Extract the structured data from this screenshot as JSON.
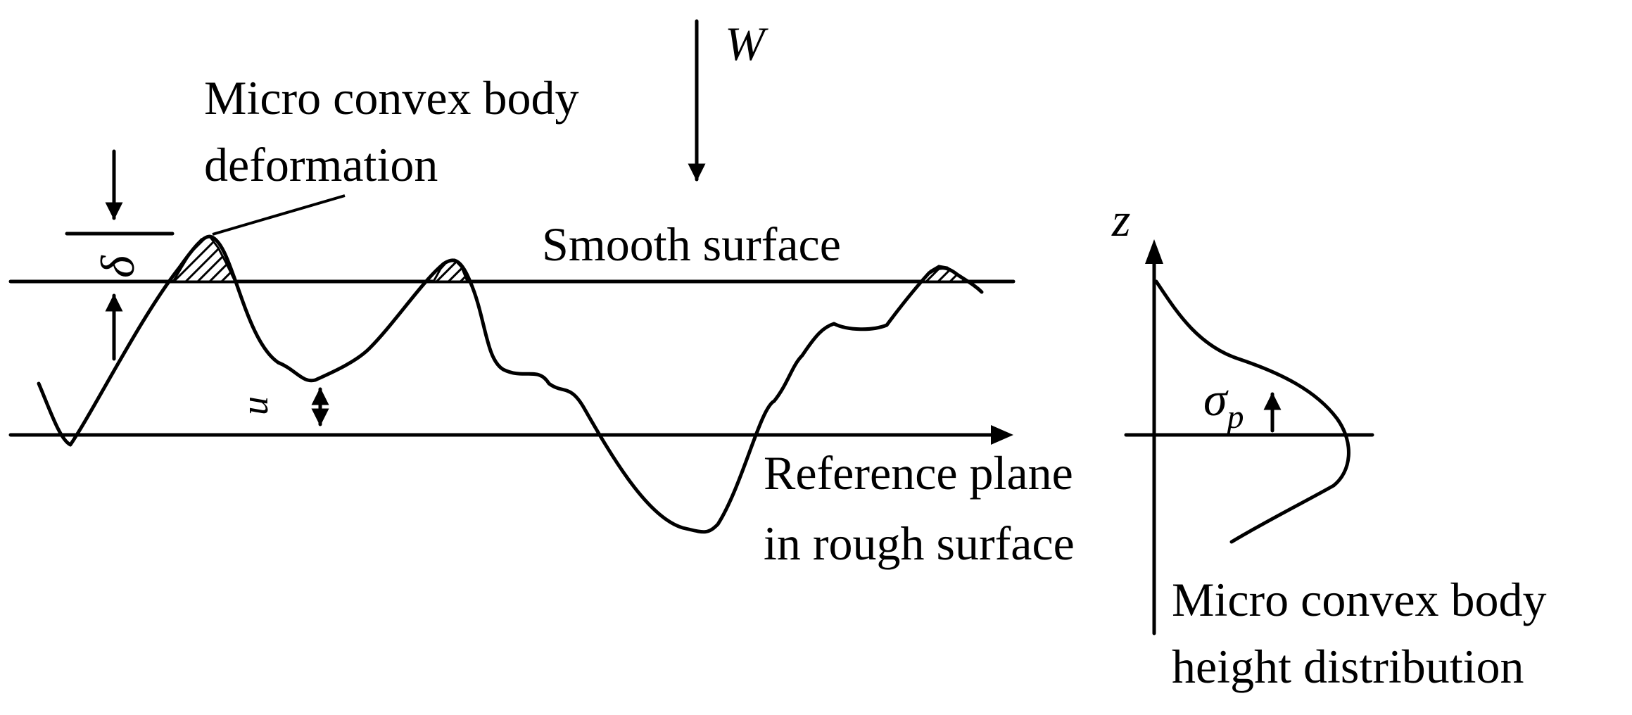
{
  "labels": {
    "load": "W",
    "contact_label_line1": "Micro convex body",
    "contact_label_line2": "deformation",
    "delta": "δ",
    "smooth_surface": "Smooth surface",
    "axis_z": "z",
    "sigma": "σ",
    "sigma_sub": "p",
    "gap": "u",
    "reference_line1": "Reference plane",
    "reference_line2": "in rough surface",
    "distribution_line1": "Micro convex body",
    "distribution_line2": "height distribution"
  },
  "colors": {
    "ink": "#000000",
    "background": "#ffffff"
  }
}
